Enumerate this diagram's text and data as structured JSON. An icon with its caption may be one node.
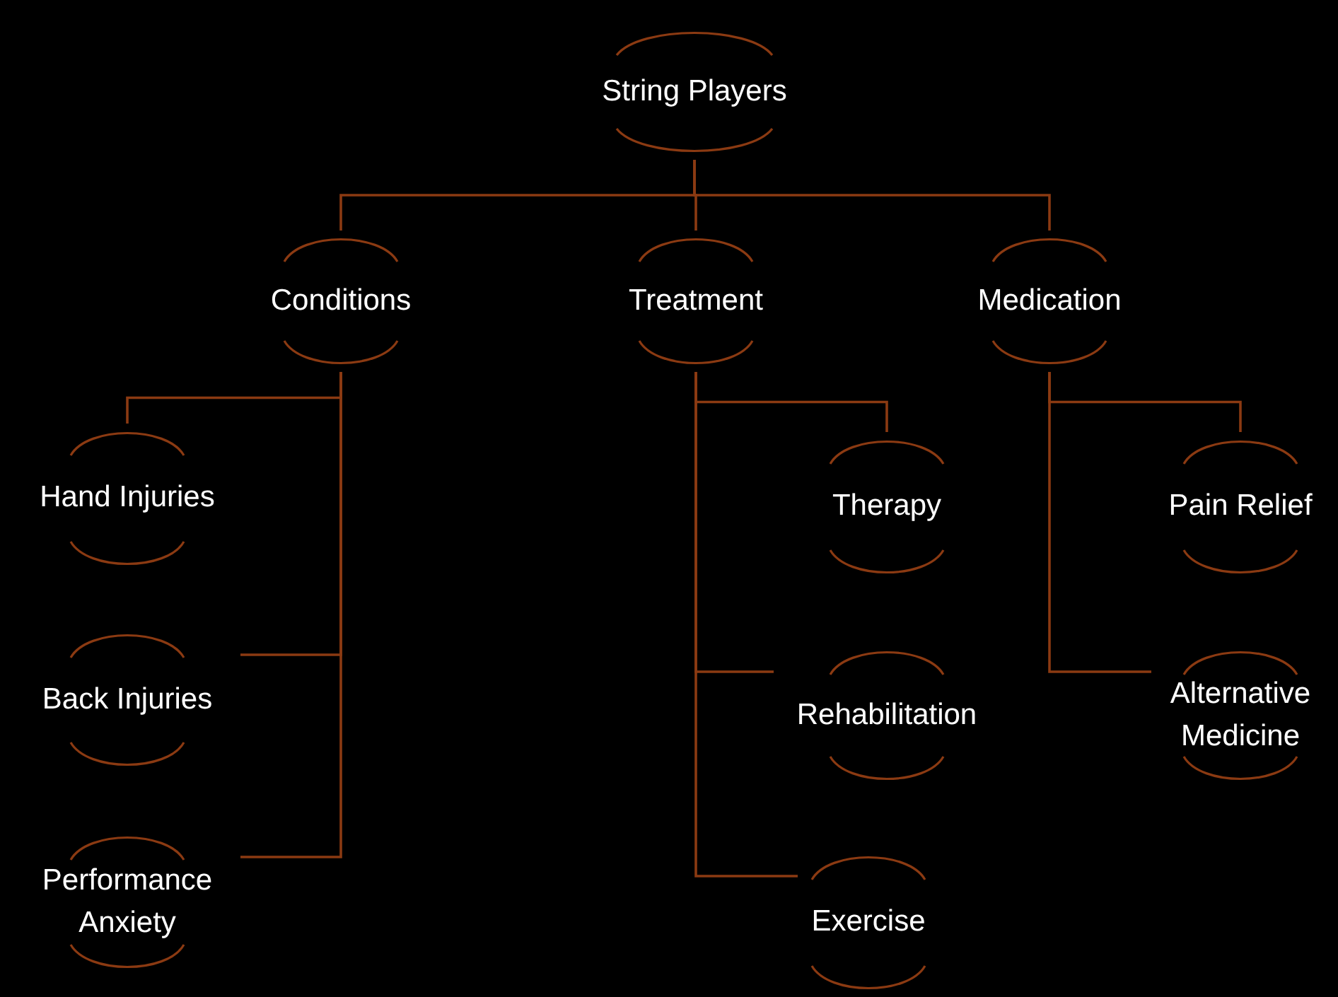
{
  "diagram": {
    "nodes": [
      {
        "text": [
          "String Players"
        ]
      },
      {
        "text": [
          "Conditions"
        ]
      },
      {
        "text": [
          "Treatment"
        ]
      },
      {
        "text": [
          "Medication"
        ]
      },
      {
        "text": [
          "Hand Injuries"
        ]
      },
      {
        "text": [
          "Back Injuries"
        ]
      },
      {
        "text": [
          "Performance Anxiety"
        ]
      },
      {
        "text": [
          "Therapy"
        ]
      },
      {
        "text": [
          "Rehabilitation"
        ]
      },
      {
        "text": [
          "Exercise"
        ]
      },
      {
        "text": [
          "Pain Relief"
        ]
      },
      {
        "text": [
          "Alternative Medicine"
        ]
      }
    ],
    "edges": [
      {
        "from": 0,
        "to": 1,
        "arrow": "none"
      },
      {
        "from": 0,
        "to": 2,
        "arrow": "none"
      },
      {
        "from": 0,
        "to": 3,
        "arrow": "none"
      },
      {
        "from": 1,
        "to": 4,
        "arrow": "none"
      },
      {
        "from": 1,
        "to": 5,
        "arrow": "none"
      },
      {
        "from": 1,
        "to": 6,
        "arrow": "none"
      },
      {
        "from": 2,
        "to": 7,
        "arrow": "none"
      },
      {
        "from": 2,
        "to": 8,
        "arrow": "none"
      },
      {
        "from": 2,
        "to": 9,
        "arrow": "none"
      },
      {
        "from": 3,
        "to": 10,
        "arrow": "none"
      },
      {
        "from": 3,
        "to": 11,
        "arrow": "none"
      }
    ]
  }
}
